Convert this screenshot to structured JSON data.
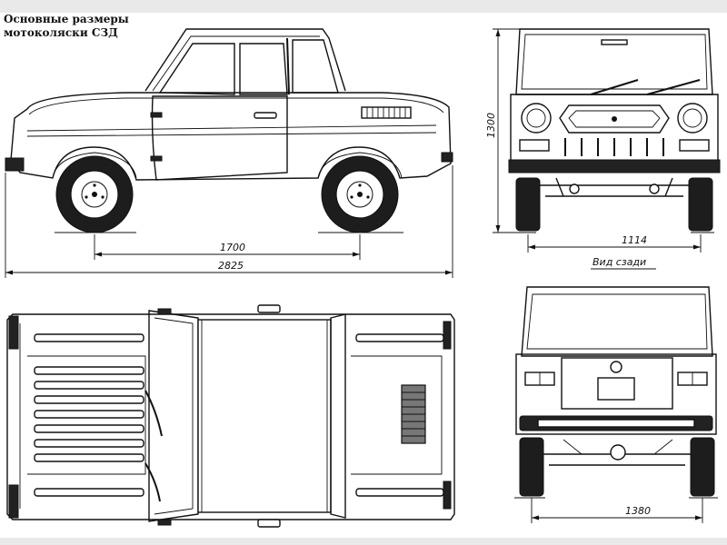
{
  "title": {
    "line1": "Основные размеры",
    "line2": "мотоколяски СЗД"
  },
  "dimensions": {
    "wheelbase": "1700",
    "overall_length": "2825",
    "height": "1300",
    "front_track": "1114",
    "rear_track": "1380"
  },
  "labels": {
    "rear_view": "Вид сзади"
  }
}
